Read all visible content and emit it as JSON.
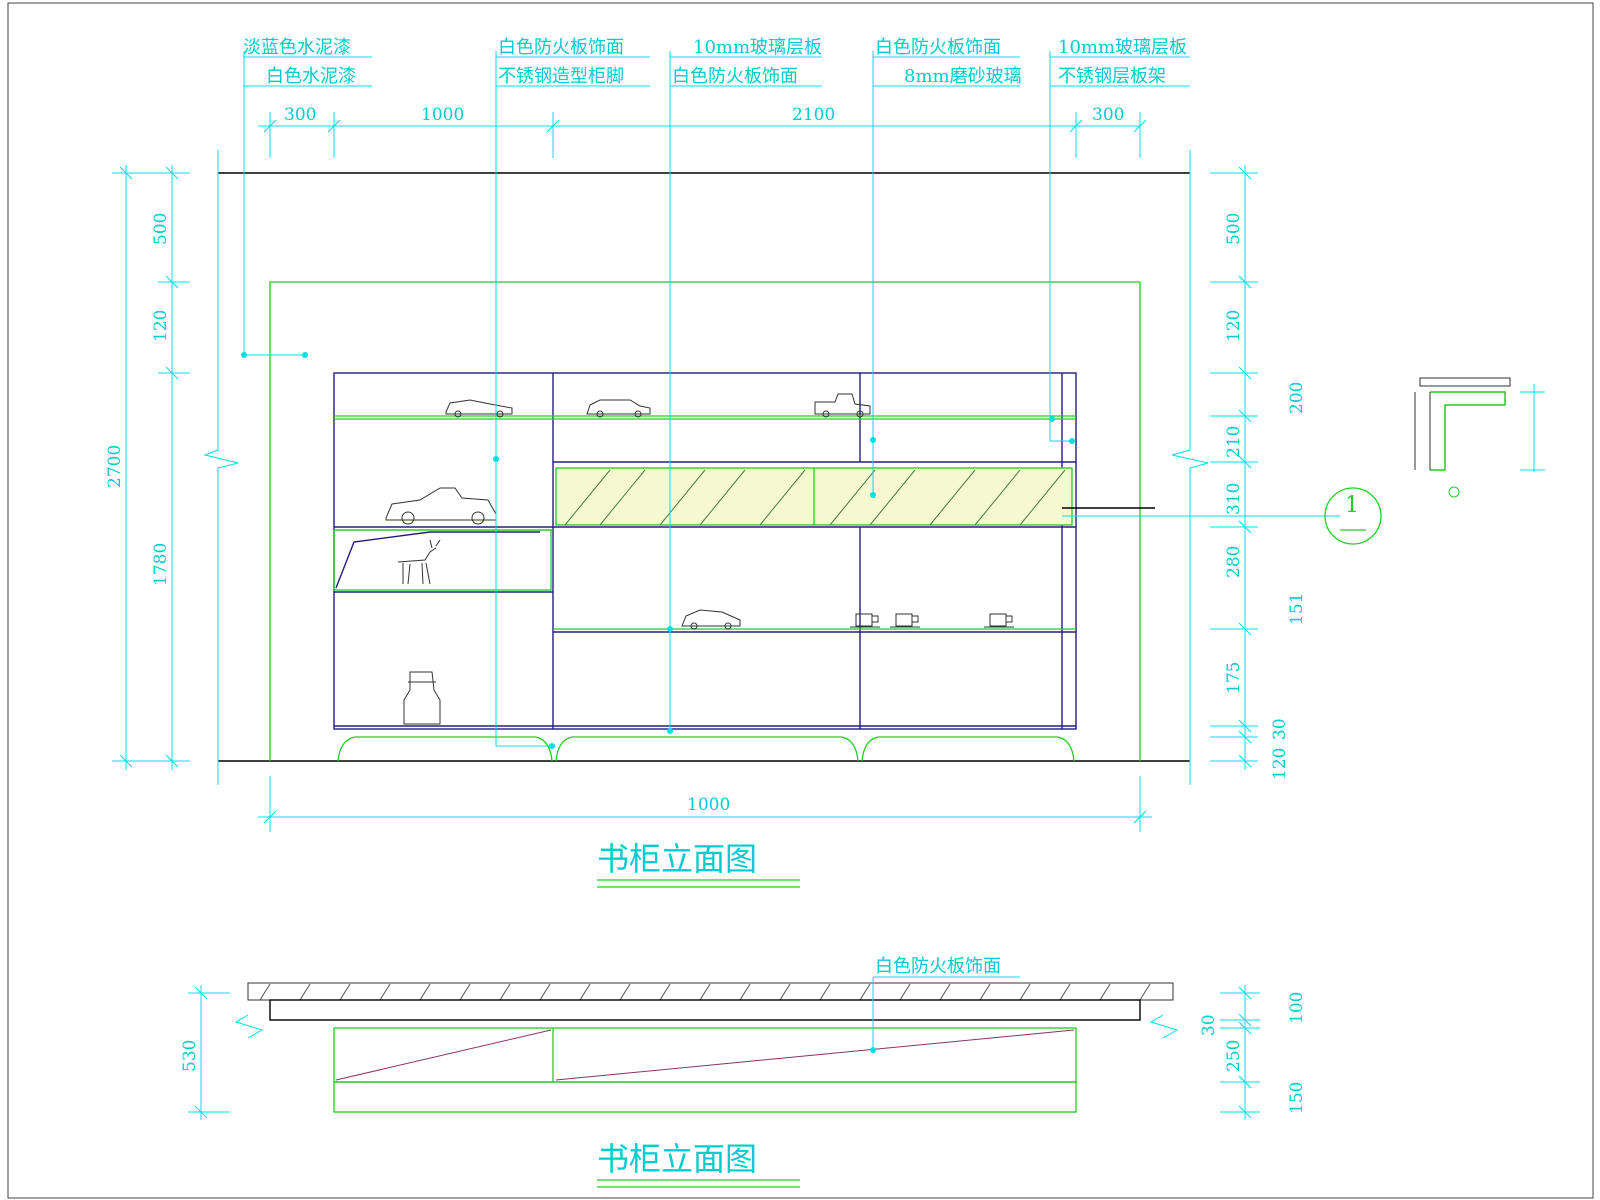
{
  "elevation": {
    "title": "书柜立面图",
    "labels_left": [
      "淡蓝色水泥漆",
      "白色水泥漆"
    ],
    "labels_mid1": [
      "白色防火板饰面",
      "不锈钢造型柜脚"
    ],
    "labels_mid2": [
      "10mm玻璃层板",
      "白色防火板饰面"
    ],
    "labels_mid3": [
      "白色防火板饰面",
      "8mm磨砂玻璃"
    ],
    "labels_right": [
      "10mm玻璃层板",
      "不锈钢层板架"
    ],
    "top_dims": [
      "300",
      "1000",
      "2100",
      "300"
    ],
    "left_dims": [
      "500",
      "120",
      "2700",
      "1780"
    ],
    "right_dims": [
      "500",
      "120",
      "200",
      "210",
      "310",
      "280",
      "151",
      "175",
      "30",
      "120"
    ],
    "bottom_dim": "1000",
    "section_mark": "1"
  },
  "plan": {
    "title": "书柜立面图",
    "label": "白色防火板饰面",
    "left_dim": "530",
    "right_dims": [
      "30",
      "100",
      "250",
      "150"
    ]
  },
  "colors": {
    "cyan": "#00e0e0",
    "green": "#22cc22",
    "navy": "#20207a",
    "black": "#000000"
  }
}
